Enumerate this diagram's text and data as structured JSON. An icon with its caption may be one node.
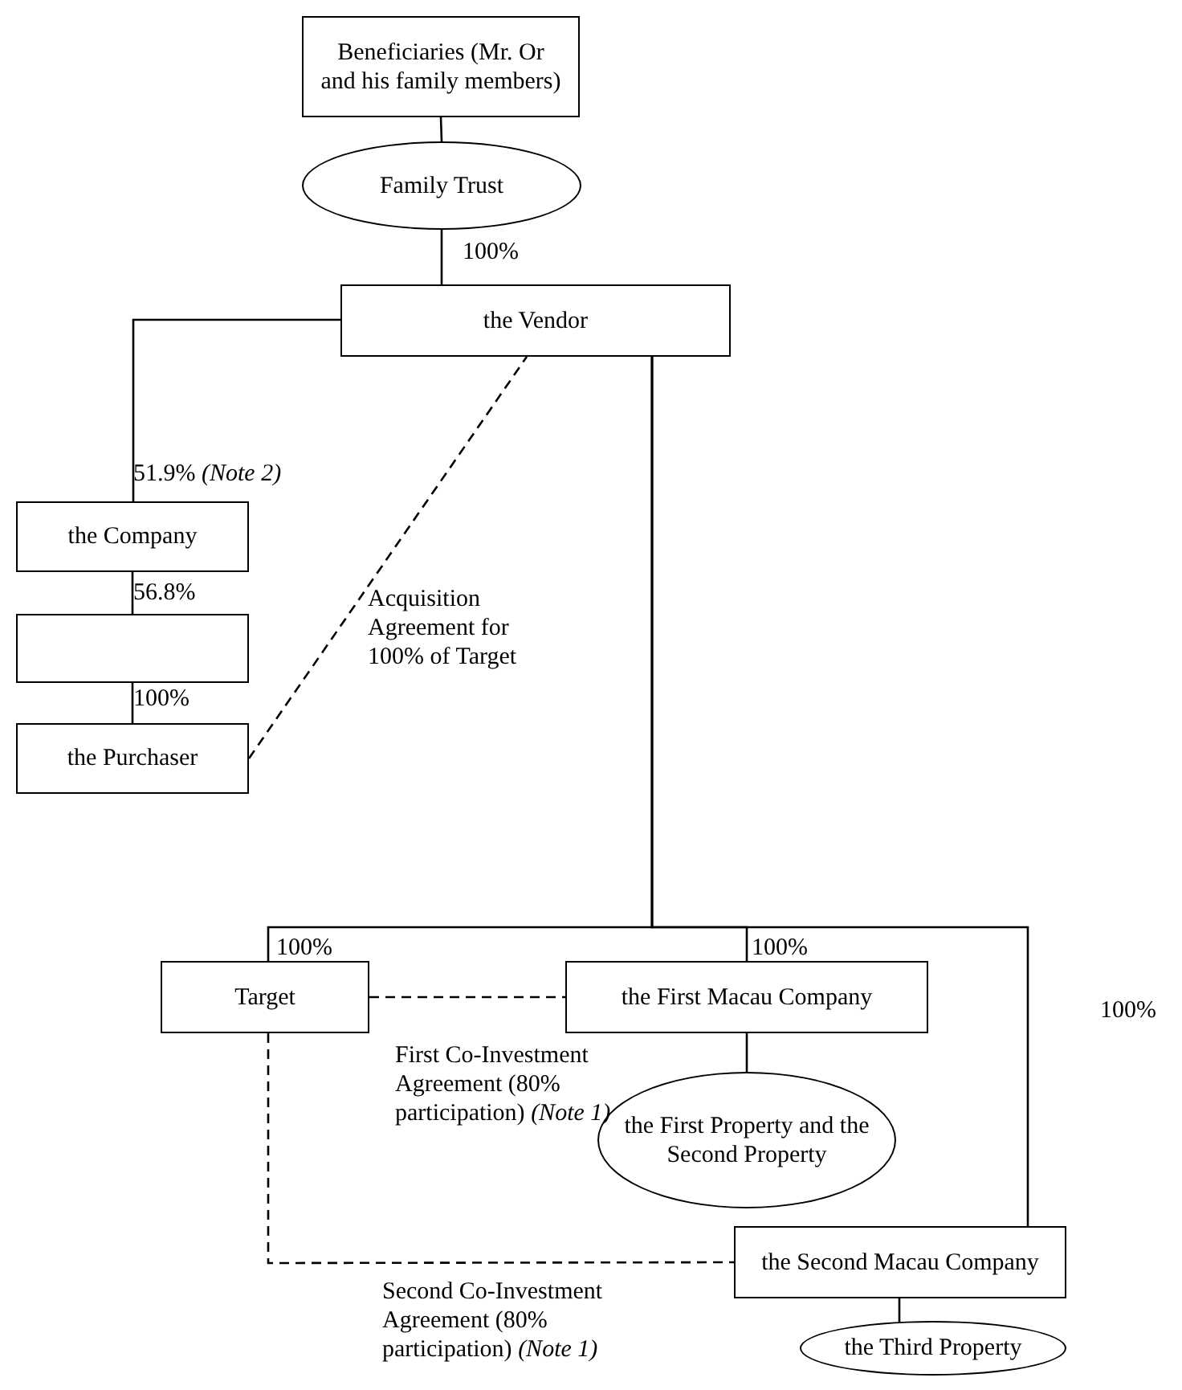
{
  "diagram": {
    "nodes": [
      {
        "text": [
          "Beneficiaries (Mr. Or and his family members)"
        ]
      },
      {
        "text": [
          "Family Trust"
        ]
      },
      {
        "text": [
          "the Vendor"
        ]
      },
      {
        "text": [
          "the Company"
        ]
      },
      {
        "text": [],
        "shape": "box"
      },
      {
        "text": [
          "the Purchaser"
        ]
      },
      {
        "text": [
          "Target"
        ]
      },
      {
        "text": [
          "the First Macau Company"
        ]
      },
      {
        "text": [
          "the First Property and the Second Property"
        ]
      },
      {
        "text": [
          "the Second Macau Company"
        ]
      },
      {
        "text": [
          "the Third Property"
        ]
      }
    ],
    "edges": [
      {
        "from": 0,
        "to": 1,
        "arrow": "none"
      },
      {
        "from": 1,
        "to": 2,
        "arrow": "none",
        "label": "100%"
      },
      {
        "from": 2,
        "to": 3,
        "arrow": "none",
        "label": "51.9% *(Note 2)*"
      },
      {
        "from": 3,
        "to": 4,
        "arrow": "none",
        "label": "56.8%"
      },
      {
        "from": 4,
        "to": 5,
        "arrow": "none",
        "label": "100%"
      },
      {
        "from": 5,
        "to": 2,
        "arrow": "none",
        "style": "dashed",
        "label": "Acquisition Agreement for 100% of Target"
      },
      {
        "from": 2,
        "to": 6,
        "arrow": "none",
        "label": "100%"
      },
      {
        "from": 2,
        "to": 7,
        "arrow": "none",
        "label": "100%"
      },
      {
        "from": 2,
        "to": 9,
        "arrow": "none",
        "label": "100%"
      },
      {
        "from": 6,
        "to": 7,
        "arrow": "none",
        "style": "dashed",
        "label": "First Co-Investment Agreement (80% participation) *(Note 1)*"
      },
      {
        "from": 6,
        "to": 9,
        "arrow": "none",
        "style": "dashed",
        "label": "Second Co-Investment Agreement (80% participation) *(Note 1)*"
      },
      {
        "from": 7,
        "to": 8,
        "arrow": "none"
      },
      {
        "from": 9,
        "to": 10,
        "arrow": "none"
      }
    ]
  }
}
